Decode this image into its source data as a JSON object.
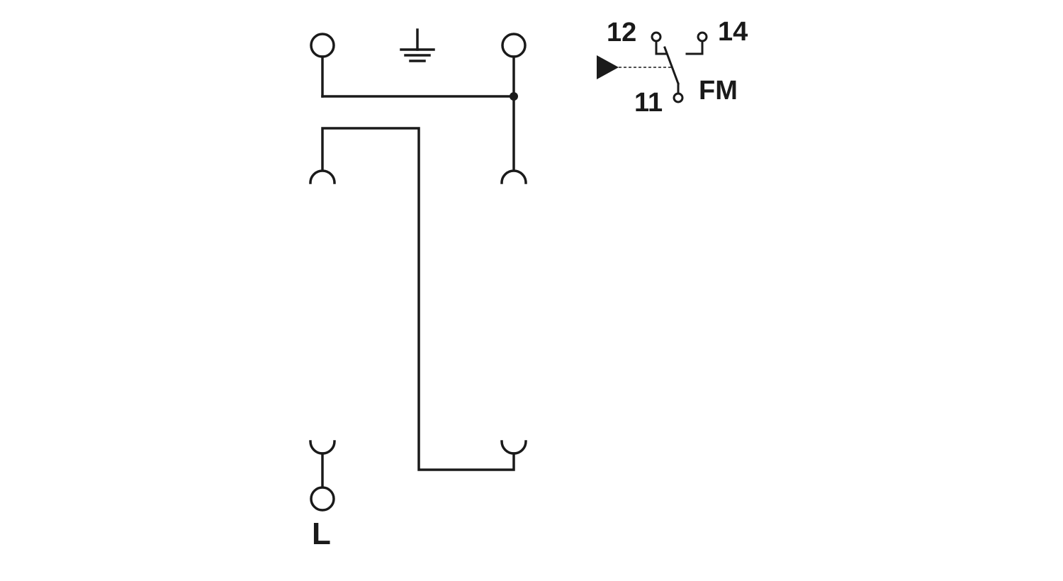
{
  "labels": {
    "terminal_l": "L",
    "contact_12": "12",
    "contact_14": "14",
    "contact_11": "11",
    "fm": "FM"
  },
  "icons": {
    "ground": "ground-icon",
    "actuator": "triangle-actuator-icon"
  },
  "colors": {
    "line": "#1a1a1a",
    "background": "#ffffff"
  }
}
